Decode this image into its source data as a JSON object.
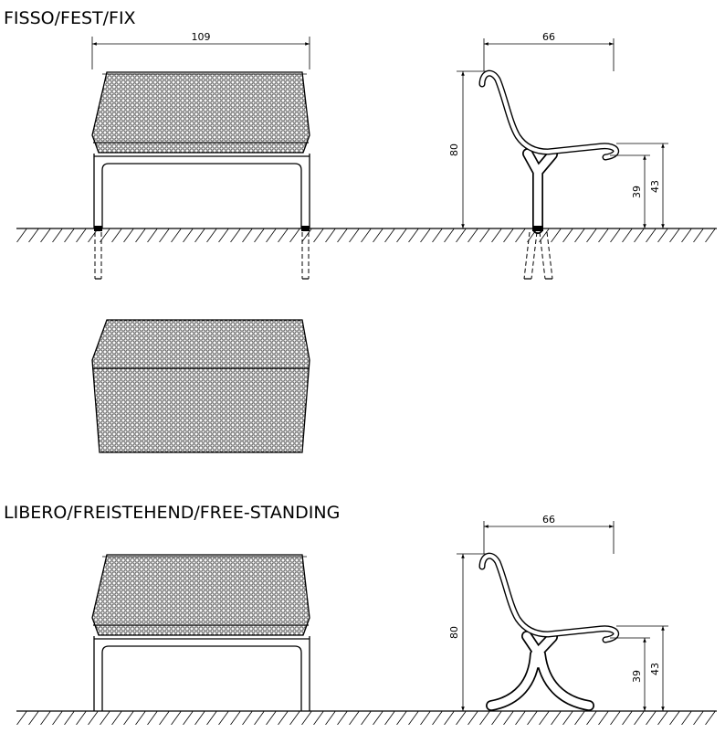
{
  "sections": {
    "fixed": {
      "title": "FISSO/FEST/FIX",
      "front_width": "109",
      "side_depth": "66",
      "side_height": "80",
      "side_seat_lower": "39",
      "side_seat_upper": "43"
    },
    "free": {
      "title": "LIBERO/FREISTEHEND/FREE-STANDING",
      "side_depth": "66",
      "side_height": "80",
      "side_seat_lower": "39",
      "side_seat_upper": "43"
    }
  },
  "colors": {
    "line": "#000000",
    "background": "#ffffff"
  }
}
